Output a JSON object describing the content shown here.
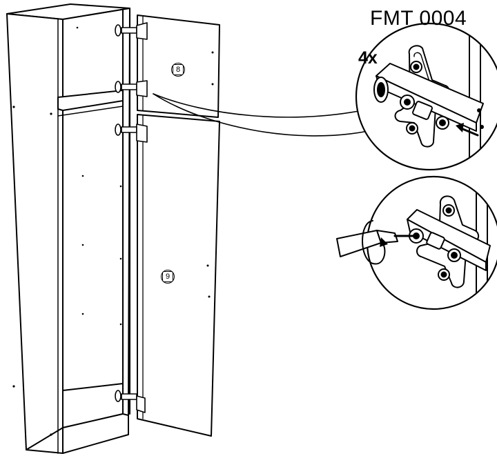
{
  "figure": {
    "part_code": "FMT 0004",
    "quantity": "4x",
    "panels": [
      {
        "id": "upper-door",
        "label": "8"
      },
      {
        "id": "lower-door",
        "label": "9"
      }
    ]
  }
}
